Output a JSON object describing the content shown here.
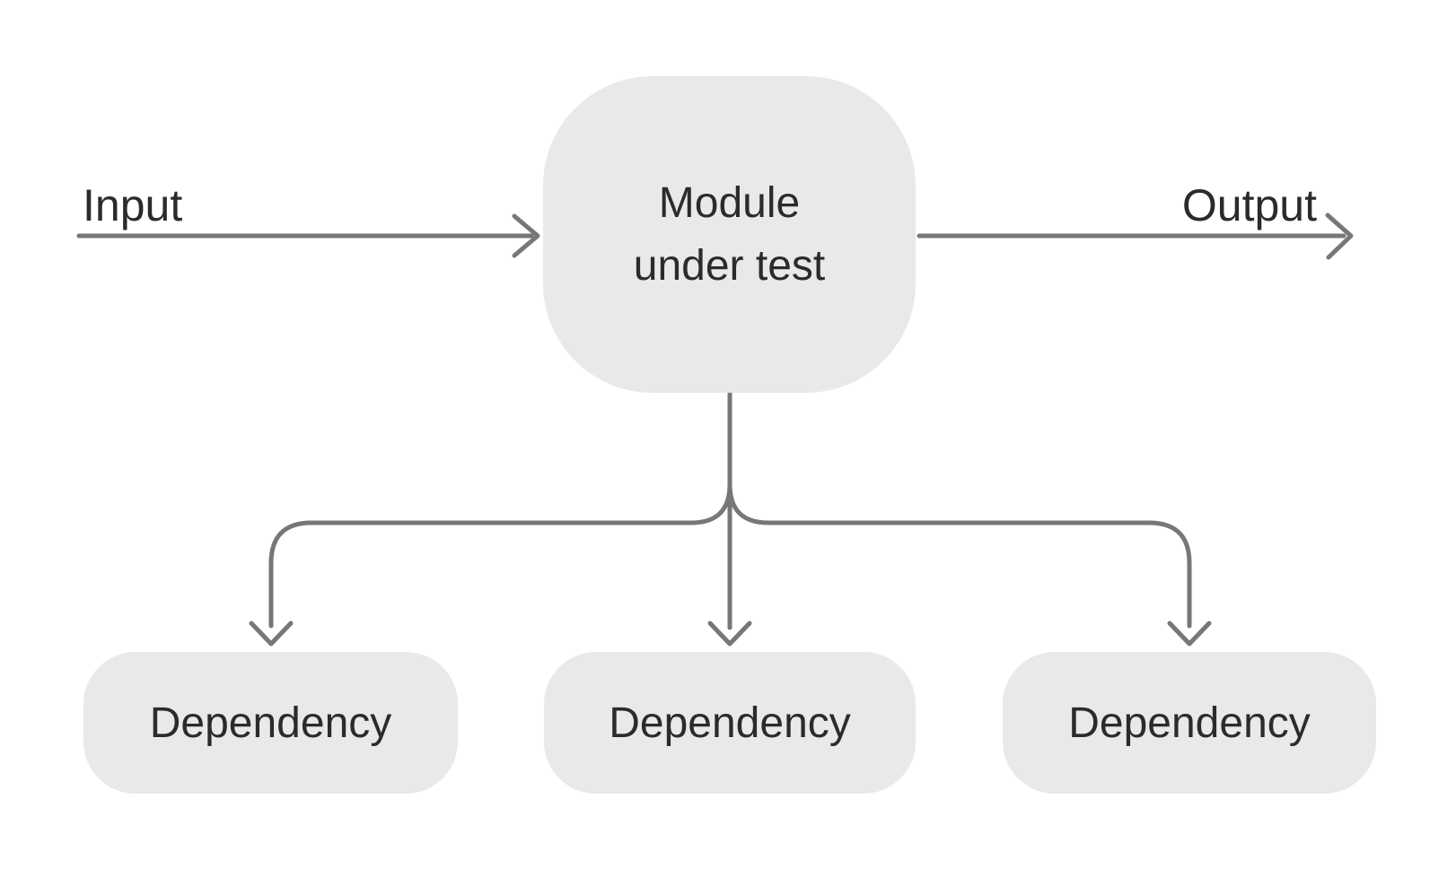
{
  "labels": {
    "input": "Input",
    "output": "Output"
  },
  "module": {
    "label": "Module under test",
    "lines": [
      "Module",
      "under test"
    ]
  },
  "dependencies": [
    {
      "label": "Dependency"
    },
    {
      "label": "Dependency"
    },
    {
      "label": "Dependency"
    }
  ],
  "colors": {
    "node-fill": "#e9e9e9",
    "arrow": "#777777",
    "text": "#2b2b2b",
    "background": "#ffffff"
  }
}
